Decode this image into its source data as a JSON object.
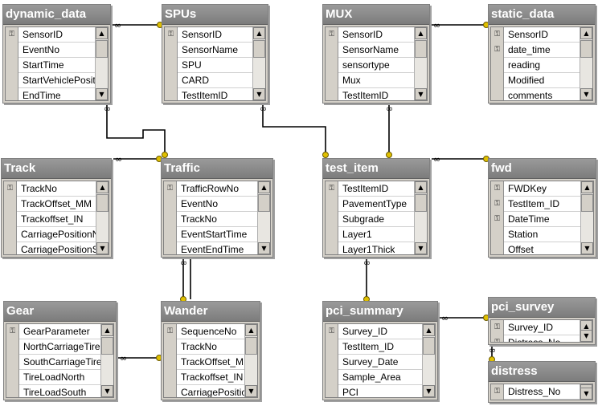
{
  "tables": [
    {
      "id": "dynamic_data",
      "title": "dynamic_data",
      "columns": [
        {
          "name": "SensorID",
          "key": true
        },
        {
          "name": "EventNo",
          "key": false
        },
        {
          "name": "StartTime",
          "key": false
        },
        {
          "name": "StartVehiclePosition",
          "key": false
        },
        {
          "name": "EndTime",
          "key": false
        }
      ]
    },
    {
      "id": "SPUs",
      "title": "SPUs",
      "columns": [
        {
          "name": "SensorID",
          "key": true
        },
        {
          "name": "SensorName",
          "key": false
        },
        {
          "name": "SPU",
          "key": false
        },
        {
          "name": "CARD",
          "key": false
        },
        {
          "name": "TestItemID",
          "key": false
        }
      ]
    },
    {
      "id": "MUX",
      "title": "MUX",
      "columns": [
        {
          "name": "SensorID",
          "key": true
        },
        {
          "name": "SensorName",
          "key": false
        },
        {
          "name": "sensortype",
          "key": false
        },
        {
          "name": "Mux",
          "key": false
        },
        {
          "name": "TestItemID",
          "key": false
        }
      ]
    },
    {
      "id": "static_data",
      "title": "static_data",
      "columns": [
        {
          "name": "SensorID",
          "key": true
        },
        {
          "name": "date_time",
          "key": true
        },
        {
          "name": "reading",
          "key": false
        },
        {
          "name": "Modified",
          "key": false
        },
        {
          "name": "comments",
          "key": false
        }
      ]
    },
    {
      "id": "Track",
      "title": "Track",
      "columns": [
        {
          "name": "TrackNo",
          "key": true
        },
        {
          "name": "TrackOffset_MM",
          "key": false
        },
        {
          "name": "Trackoffset_IN",
          "key": false
        },
        {
          "name": "CarriagePositionNort",
          "key": false
        },
        {
          "name": "CarriagePositionSout",
          "key": false
        }
      ]
    },
    {
      "id": "Traffic",
      "title": "Traffic",
      "columns": [
        {
          "name": "TrafficRowNo",
          "key": true
        },
        {
          "name": "EventNo",
          "key": false
        },
        {
          "name": "TrackNo",
          "key": false
        },
        {
          "name": "EventStartTime",
          "key": false
        },
        {
          "name": "EventEndTime",
          "key": false
        }
      ]
    },
    {
      "id": "test_item",
      "title": "test_item",
      "columns": [
        {
          "name": "TestItemID",
          "key": true
        },
        {
          "name": "PavementType",
          "key": false
        },
        {
          "name": "Subgrade",
          "key": false
        },
        {
          "name": "Layer1",
          "key": false
        },
        {
          "name": "Layer1Thick",
          "key": false
        }
      ]
    },
    {
      "id": "fwd",
      "title": "fwd",
      "columns": [
        {
          "name": "FWDKey",
          "key": true
        },
        {
          "name": "TestItem_ID",
          "key": true
        },
        {
          "name": "DateTime",
          "key": true
        },
        {
          "name": "Station",
          "key": false
        },
        {
          "name": "Offset",
          "key": false
        }
      ]
    },
    {
      "id": "Gear",
      "title": "Gear",
      "columns": [
        {
          "name": "GearParameter",
          "key": true
        },
        {
          "name": "NorthCarriageTires",
          "key": false
        },
        {
          "name": "SouthCarriageTires",
          "key": false
        },
        {
          "name": "TireLoadNorth",
          "key": false
        },
        {
          "name": "TireLoadSouth",
          "key": false
        }
      ]
    },
    {
      "id": "Wander",
      "title": "Wander",
      "columns": [
        {
          "name": "SequenceNo",
          "key": true
        },
        {
          "name": "TrackNo",
          "key": false
        },
        {
          "name": "TrackOffset_MM",
          "key": false
        },
        {
          "name": "Trackoffset_IN",
          "key": false
        },
        {
          "name": "CarriagePositionNor",
          "key": false
        }
      ]
    },
    {
      "id": "pci_summary",
      "title": "pci_summary",
      "columns": [
        {
          "name": "Survey_ID",
          "key": true
        },
        {
          "name": "TestItem_ID",
          "key": false
        },
        {
          "name": "Survey_Date",
          "key": false
        },
        {
          "name": "Sample_Area",
          "key": false
        },
        {
          "name": "PCI",
          "key": false
        }
      ]
    },
    {
      "id": "pci_survey",
      "title": "pci_survey",
      "columns": [
        {
          "name": "Survey_ID",
          "key": true
        },
        {
          "name": "Distress_No",
          "key": true
        }
      ]
    },
    {
      "id": "distress",
      "title": "distress",
      "columns": [
        {
          "name": "Distress_No",
          "key": true
        }
      ]
    }
  ],
  "relationships": [
    {
      "from": "dynamic_data",
      "to": "SPUs"
    },
    {
      "from": "MUX",
      "to": "static_data"
    },
    {
      "from": "dynamic_data",
      "to": "Traffic"
    },
    {
      "from": "SPUs",
      "to": "test_item"
    },
    {
      "from": "MUX",
      "to": "test_item"
    },
    {
      "from": "Track",
      "to": "Traffic"
    },
    {
      "from": "test_item",
      "to": "fwd"
    },
    {
      "from": "Traffic",
      "to": "Wander"
    },
    {
      "from": "Gear",
      "to": "Wander"
    },
    {
      "from": "test_item",
      "to": "pci_summary"
    },
    {
      "from": "pci_summary",
      "to": "pci_survey"
    },
    {
      "from": "pci_survey",
      "to": "distress"
    }
  ],
  "icons": {
    "key": "key-icon",
    "up": "scroll-up-arrow-icon",
    "down": "scroll-down-arrow-icon"
  },
  "colors": {
    "title_bg": "#8a8a8a",
    "window_bg": "#d4d0c8",
    "line": "#000000",
    "key_end": "#e0c000"
  }
}
